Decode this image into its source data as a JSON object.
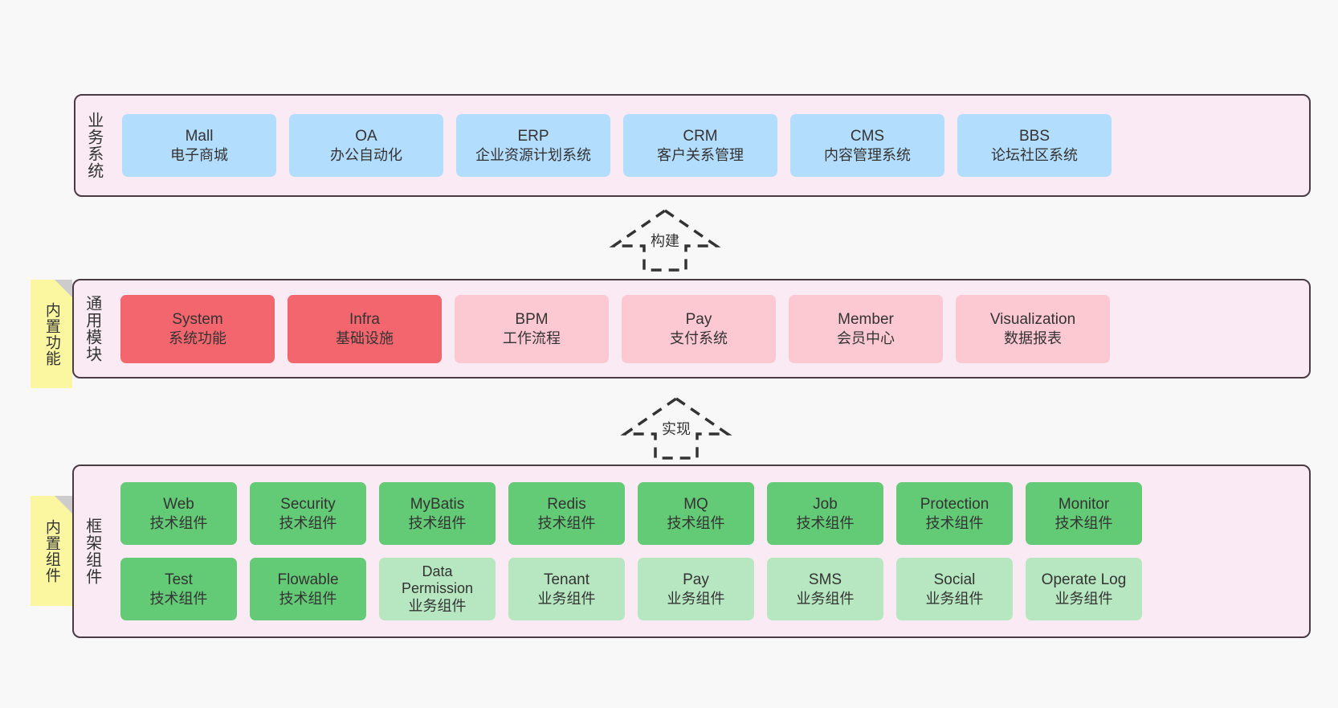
{
  "diagram": {
    "background_color": "#f8f8f8",
    "panel_color": "#f9eaf3",
    "panel_border_color": "#4a3b45"
  },
  "layers": {
    "business": {
      "title": "业务系统",
      "node_color": "#b3ddfd",
      "nodes": [
        {
          "name": "Mall",
          "sub": "电子商城"
        },
        {
          "name": "OA",
          "sub": "办公自动化"
        },
        {
          "name": "ERP",
          "sub": "企业资源计划系统"
        },
        {
          "name": "CRM",
          "sub": "客户关系管理"
        },
        {
          "name": "CMS",
          "sub": "内容管理系统"
        },
        {
          "name": "BBS",
          "sub": "论坛社区系统"
        }
      ]
    },
    "modules": {
      "title": "通用模块",
      "note": "内置功能",
      "note_color": "#fbf7a0",
      "strong_color": "#f4666e",
      "soft_color": "#fcc9d2",
      "nodes": [
        {
          "name": "System",
          "sub": "系统功能",
          "tone": "red"
        },
        {
          "name": "Infra",
          "sub": "基础设施",
          "tone": "red"
        },
        {
          "name": "BPM",
          "sub": "工作流程",
          "tone": "pink"
        },
        {
          "name": "Pay",
          "sub": "支付系统",
          "tone": "pink"
        },
        {
          "name": "Member",
          "sub": "会员中心",
          "tone": "pink"
        },
        {
          "name": "Visualization",
          "sub": "数据报表",
          "tone": "pink"
        }
      ]
    },
    "framework": {
      "title": "框架组件",
      "note": "内置组件",
      "note_color": "#fbf7a0",
      "tech_color": "#63ca76",
      "biz_color": "#b7e7c0",
      "row_tech": [
        {
          "name": "Web",
          "sub": "技术组件",
          "tone": "green"
        },
        {
          "name": "Security",
          "sub": "技术组件",
          "tone": "green"
        },
        {
          "name": "MyBatis",
          "sub": "技术组件",
          "tone": "green"
        },
        {
          "name": "Redis",
          "sub": "技术组件",
          "tone": "green"
        },
        {
          "name": "MQ",
          "sub": "技术组件",
          "tone": "green"
        },
        {
          "name": "Job",
          "sub": "技术组件",
          "tone": "green"
        },
        {
          "name": "Protection",
          "sub": "技术组件",
          "tone": "green"
        },
        {
          "name": "Monitor",
          "sub": "技术组件",
          "tone": "green"
        }
      ],
      "row_biz": [
        {
          "name": "Test",
          "sub": "技术组件",
          "tone": "green"
        },
        {
          "name": "Flowable",
          "sub": "技术组件",
          "tone": "green"
        },
        {
          "name": "Data",
          "name2": "Permission",
          "sub": "业务组件",
          "tone": "lightgreen"
        },
        {
          "name": "Tenant",
          "sub": "业务组件",
          "tone": "lightgreen"
        },
        {
          "name": "Pay",
          "sub": "业务组件",
          "tone": "lightgreen"
        },
        {
          "name": "SMS",
          "sub": "业务组件",
          "tone": "lightgreen"
        },
        {
          "name": "Social",
          "sub": "业务组件",
          "tone": "lightgreen"
        },
        {
          "name": "Operate Log",
          "sub": "业务组件",
          "tone": "lightgreen"
        }
      ]
    }
  },
  "arrows": [
    {
      "id": "build",
      "label": "构建",
      "style": "dashed-hollow-up"
    },
    {
      "id": "implement",
      "label": "实现",
      "style": "dashed-hollow-up"
    }
  ]
}
